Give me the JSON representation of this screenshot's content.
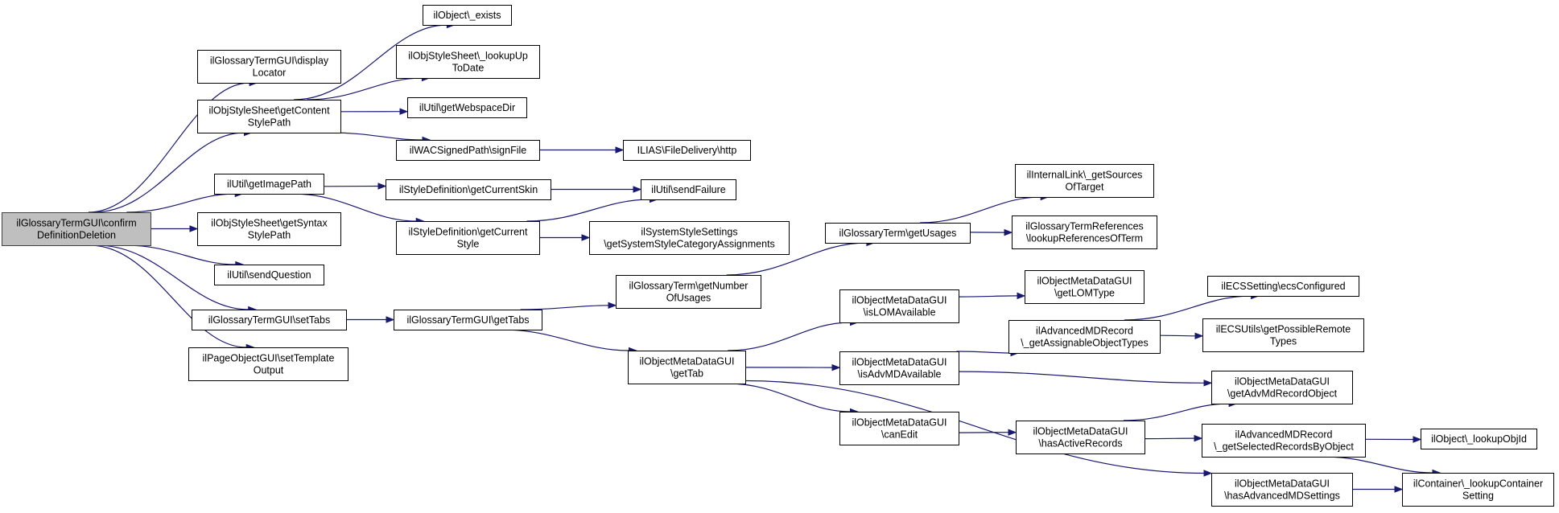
{
  "graph": {
    "edge_color": "#191970",
    "root_fill": "#bfbfbf",
    "nodes": [
      {
        "id": "root",
        "lines": [
          "ilGlossaryTermGUI\\confirm",
          "DefinitionDeletion"
        ],
        "root": true
      },
      {
        "id": "displayLocator",
        "lines": [
          "ilGlossaryTermGUI\\display",
          "Locator"
        ]
      },
      {
        "id": "getContentStylePath",
        "lines": [
          "ilObjStyleSheet\\getContent",
          "StylePath"
        ]
      },
      {
        "id": "getImagePath",
        "lines": [
          "ilUtil\\getImagePath"
        ]
      },
      {
        "id": "getSyntaxStylePath",
        "lines": [
          "ilObjStyleSheet\\getSyntax",
          "StylePath"
        ]
      },
      {
        "id": "sendQuestion",
        "lines": [
          "ilUtil\\sendQuestion"
        ]
      },
      {
        "id": "setTabs",
        "lines": [
          "ilGlossaryTermGUI\\setTabs"
        ]
      },
      {
        "id": "setTemplateOutput",
        "lines": [
          "ilPageObjectGUI\\setTemplate",
          "Output"
        ]
      },
      {
        "id": "exists",
        "lines": [
          "ilObject\\_exists"
        ]
      },
      {
        "id": "lookupUpToDate",
        "lines": [
          "ilObjStyleSheet\\_lookupUp",
          "ToDate"
        ]
      },
      {
        "id": "getWebspaceDir",
        "lines": [
          "ilUtil\\getWebspaceDir"
        ]
      },
      {
        "id": "signFile",
        "lines": [
          "ilWACSignedPath\\signFile"
        ]
      },
      {
        "id": "http",
        "lines": [
          "ILIAS\\FileDelivery\\http"
        ]
      },
      {
        "id": "getCurrentSkin",
        "lines": [
          "ilStyleDefinition\\getCurrentSkin"
        ]
      },
      {
        "id": "getCurrentStyle",
        "lines": [
          "ilStyleDefinition\\getCurrent",
          "Style"
        ]
      },
      {
        "id": "sendFailure",
        "lines": [
          "ilUtil\\sendFailure"
        ]
      },
      {
        "id": "getSystemStyleCategoryAssignments",
        "lines": [
          "ilSystemStyleSettings",
          "\\getSystemStyleCategoryAssignments"
        ]
      },
      {
        "id": "getTabs",
        "lines": [
          "ilGlossaryTermGUI\\getTabs"
        ]
      },
      {
        "id": "getNumberOfUsages",
        "lines": [
          "ilGlossaryTerm\\getNumber",
          "OfUsages"
        ]
      },
      {
        "id": "getUsages",
        "lines": [
          "ilGlossaryTerm\\getUsages"
        ]
      },
      {
        "id": "getSourcesOfTarget",
        "lines": [
          "ilInternalLink\\_getSources",
          "OfTarget"
        ]
      },
      {
        "id": "lookupReferencesOfTerm",
        "lines": [
          "ilGlossaryTermReferences",
          "\\lookupReferencesOfTerm"
        ]
      },
      {
        "id": "getTab",
        "lines": [
          "ilObjectMetaDataGUI",
          "\\getTab"
        ]
      },
      {
        "id": "isLOMAvailable",
        "lines": [
          "ilObjectMetaDataGUI",
          "\\isLOMAvailable"
        ]
      },
      {
        "id": "getLOMType",
        "lines": [
          "ilObjectMetaDataGUI",
          "\\getLOMType"
        ]
      },
      {
        "id": "isAdvMDAvailable",
        "lines": [
          "ilObjectMetaDataGUI",
          "\\isAdvMDAvailable"
        ]
      },
      {
        "id": "canEdit",
        "lines": [
          "ilObjectMetaDataGUI",
          "\\canEdit"
        ]
      },
      {
        "id": "getAssignableObjectTypes",
        "lines": [
          "ilAdvancedMDRecord",
          "\\_getAssignableObjectTypes"
        ]
      },
      {
        "id": "ecsConfigured",
        "lines": [
          "ilECSSetting\\ecsConfigured"
        ]
      },
      {
        "id": "getPossibleRemoteTypes",
        "lines": [
          "ilECSUtils\\getPossibleRemote",
          "Types"
        ]
      },
      {
        "id": "getAdvMdRecordObject",
        "lines": [
          "ilObjectMetaDataGUI",
          "\\getAdvMdRecordObject"
        ]
      },
      {
        "id": "hasActiveRecords",
        "lines": [
          "ilObjectMetaDataGUI",
          "\\hasActiveRecords"
        ]
      },
      {
        "id": "getSelectedRecordsByObject",
        "lines": [
          "ilAdvancedMDRecord",
          "\\_getSelectedRecordsByObject"
        ]
      },
      {
        "id": "lookupObjId",
        "lines": [
          "ilObject\\_lookupObjId"
        ]
      },
      {
        "id": "hasAdvancedMDSettings",
        "lines": [
          "ilObjectMetaDataGUI",
          "\\hasAdvancedMDSettings"
        ]
      },
      {
        "id": "lookupContainerSetting",
        "lines": [
          "ilContainer\\_lookupContainer",
          "Setting"
        ]
      }
    ],
    "edges": [
      {
        "from": "root",
        "to": "displayLocator"
      },
      {
        "from": "root",
        "to": "getContentStylePath"
      },
      {
        "from": "root",
        "to": "getImagePath"
      },
      {
        "from": "root",
        "to": "getSyntaxStylePath"
      },
      {
        "from": "root",
        "to": "sendQuestion"
      },
      {
        "from": "root",
        "to": "setTabs"
      },
      {
        "from": "root",
        "to": "setTemplateOutput"
      },
      {
        "from": "getContentStylePath",
        "to": "exists"
      },
      {
        "from": "getContentStylePath",
        "to": "lookupUpToDate"
      },
      {
        "from": "getContentStylePath",
        "to": "getWebspaceDir"
      },
      {
        "from": "getContentStylePath",
        "to": "signFile"
      },
      {
        "from": "signFile",
        "to": "http"
      },
      {
        "from": "getImagePath",
        "to": "getCurrentSkin"
      },
      {
        "from": "getImagePath",
        "to": "getCurrentStyle"
      },
      {
        "from": "getCurrentSkin",
        "to": "sendFailure"
      },
      {
        "from": "getCurrentStyle",
        "to": "sendFailure"
      },
      {
        "from": "getCurrentStyle",
        "to": "getSystemStyleCategoryAssignments"
      },
      {
        "from": "setTabs",
        "to": "getTabs"
      },
      {
        "from": "getTabs",
        "to": "getNumberOfUsages"
      },
      {
        "from": "getTabs",
        "to": "getTab"
      },
      {
        "from": "getNumberOfUsages",
        "to": "getUsages"
      },
      {
        "from": "getUsages",
        "to": "getSourcesOfTarget"
      },
      {
        "from": "getUsages",
        "to": "lookupReferencesOfTerm"
      },
      {
        "from": "getTab",
        "to": "isLOMAvailable"
      },
      {
        "from": "getTab",
        "to": "isAdvMDAvailable"
      },
      {
        "from": "getTab",
        "to": "canEdit"
      },
      {
        "from": "getTab",
        "to": "hasAdvancedMDSettings"
      },
      {
        "from": "isLOMAvailable",
        "to": "getLOMType"
      },
      {
        "from": "isAdvMDAvailable",
        "to": "getAssignableObjectTypes"
      },
      {
        "from": "isAdvMDAvailable",
        "to": "getAdvMdRecordObject"
      },
      {
        "from": "getAssignableObjectTypes",
        "to": "ecsConfigured"
      },
      {
        "from": "getAssignableObjectTypes",
        "to": "getPossibleRemoteTypes"
      },
      {
        "from": "canEdit",
        "to": "hasActiveRecords"
      },
      {
        "from": "hasActiveRecords",
        "to": "getAdvMdRecordObject"
      },
      {
        "from": "hasActiveRecords",
        "to": "getSelectedRecordsByObject"
      },
      {
        "from": "getSelectedRecordsByObject",
        "to": "lookupObjId"
      },
      {
        "from": "getSelectedRecordsByObject",
        "to": "lookupContainerSetting"
      },
      {
        "from": "hasAdvancedMDSettings",
        "to": "lookupContainerSetting"
      }
    ]
  }
}
